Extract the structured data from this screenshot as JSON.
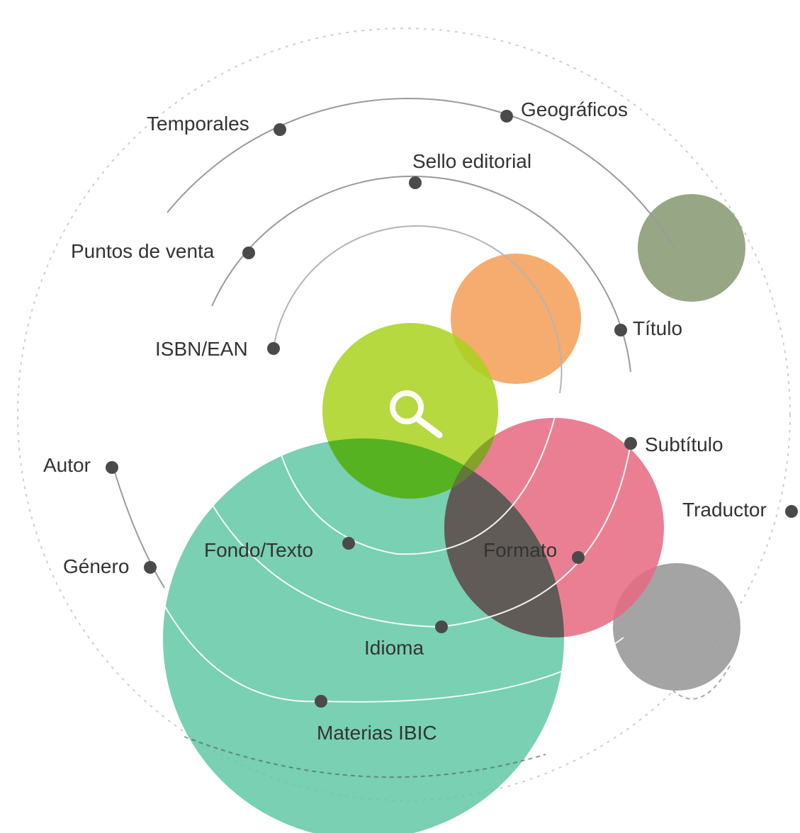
{
  "colors": {
    "orbit": "#9a9a9a",
    "dashed": "#c8c8c8",
    "dot": "#4a4a4a",
    "label": "#333333",
    "circle_olive": "#8c9c78",
    "circle_orange": "#f5a05a",
    "circle_lime": "#a8d21c",
    "circle_pink": "#e66a82",
    "circle_teal": "#5cc6a2",
    "circle_gray": "#9a9a9a",
    "overlap_dark": "#5e5e58",
    "overlap_green": "#55b225"
  },
  "search": {
    "icon": "search-icon"
  },
  "labels": {
    "temporales": "Temporales",
    "geograficos": "Geográficos",
    "sello_editorial": "Sello editorial",
    "puntos_de_venta": "Puntos de venta",
    "titulo": "Título",
    "isbn_ean": "ISBN/EAN",
    "subtitulo": "Subtítulo",
    "autor": "Autor",
    "traductor": "Traductor",
    "fondo_texto": "Fondo/Texto",
    "formato": "Formato",
    "genero": "Género",
    "idioma": "Idioma",
    "materias_ibic": "Materias IBIC"
  }
}
